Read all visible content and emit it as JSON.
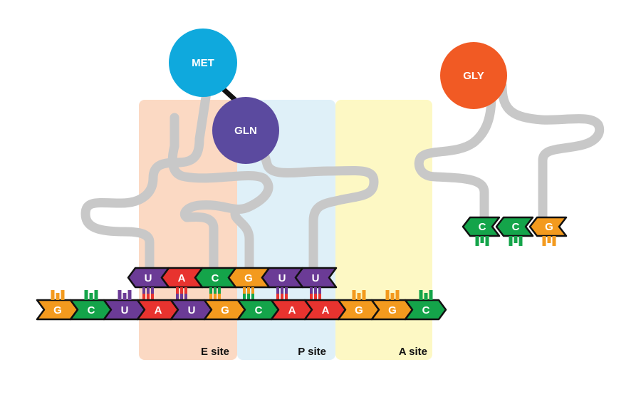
{
  "colors": {
    "A": "#e8332f",
    "U": "#6b3b96",
    "G": "#f39a1e",
    "C": "#14a44a",
    "e_site_fill": "#fbd9c3",
    "p_site_fill": "#dff0f8",
    "a_site_fill": "#fdf8c4",
    "trna_body": "#c8c8c8",
    "met": "#0fa9dd",
    "gln": "#5b4a9f",
    "gly": "#f15a24",
    "peptide_bond": "#111111",
    "outline": "#111111"
  },
  "sites": [
    {
      "id": "e",
      "label": "E site"
    },
    {
      "id": "p",
      "label": "P site"
    },
    {
      "id": "a",
      "label": "A site"
    }
  ],
  "mrna": [
    "G",
    "C",
    "U",
    "A",
    "U",
    "G",
    "C",
    "A",
    "A",
    "G",
    "G",
    "C"
  ],
  "anticodon_bound": [
    "U",
    "A",
    "C",
    "G",
    "U",
    "U"
  ],
  "anticodon_free": [
    "C",
    "C",
    "G"
  ],
  "amino_acids": [
    {
      "id": "met",
      "label": "MET"
    },
    {
      "id": "gln",
      "label": "GLN"
    },
    {
      "id": "gly",
      "label": "GLY"
    }
  ]
}
